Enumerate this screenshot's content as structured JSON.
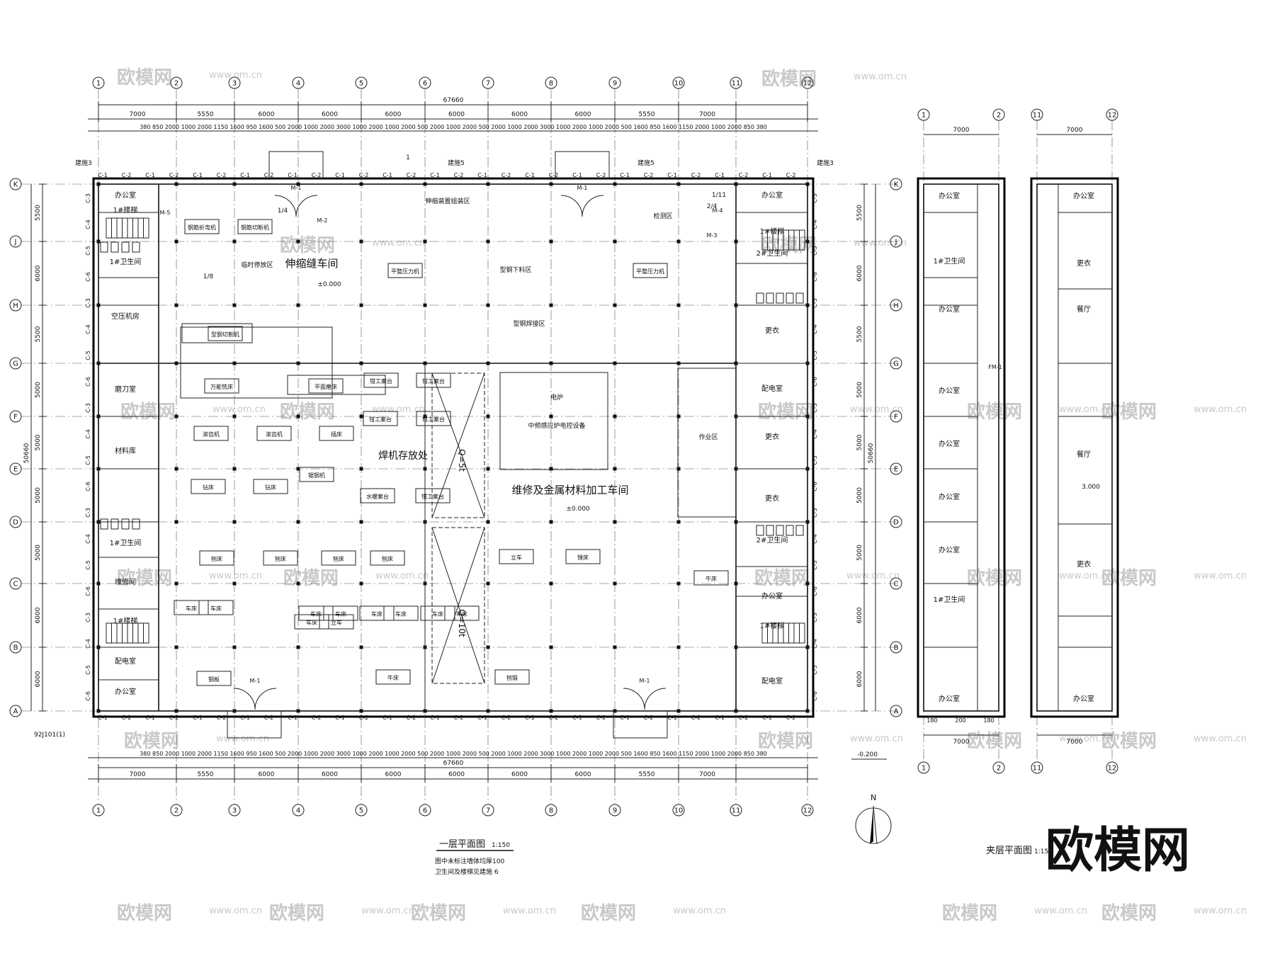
{
  "main_plan": {
    "axes_x": [
      "1",
      "2",
      "3",
      "4",
      "5",
      "6",
      "7",
      "8",
      "9",
      "10",
      "11",
      "12"
    ],
    "axes_y": [
      "K",
      "J",
      "H",
      "G",
      "F",
      "E",
      "D",
      "C",
      "B",
      "A"
    ],
    "overall_width": "67660",
    "overall_depth": "50660",
    "bay_widths": [
      "7000",
      "5550",
      "6000",
      "6000",
      "6000",
      "6000",
      "6000",
      "6000",
      "5550",
      "7000"
    ],
    "bay_depths": [
      "5500",
      "6000",
      "5500",
      "5000",
      "5000",
      "5000",
      "5000",
      "6000",
      "6000",
      "6000"
    ],
    "top_sub_dims": "380 850 2000 1000 2000 1150 1600 950 1600 500 2000 1000 2000 3000 1000 2000 1000 2000 500 2000 1000 2000 500 2000 1000 2000 3000 1000 2000 1000 2000 500 1600 850 1600 1150 2000 1000 2000 850 380",
    "title": "一层平面图",
    "scale": "1:150",
    "notes": [
      "图中未标注墙体均厚100",
      "卫生间及楼梯见建施 6"
    ],
    "elevation_main": "±0.000",
    "elevation_maint": "±0.000",
    "elevation_outside": "-0.200",
    "rooms_left": [
      "办公室",
      "1#楼梯",
      "1#卫生间",
      "空压机房",
      "磨刀室",
      "材料库",
      "1#卫生间",
      "维修间",
      "1#楼梯",
      "配电室",
      "办公室"
    ],
    "rooms_right": [
      "办公室",
      "1#楼梯",
      "2#卫生间",
      "更衣",
      "配电室",
      "更衣",
      "更衣",
      "2#卫生间",
      "办公室",
      "1#楼梯",
      "配电室"
    ],
    "workshop_expansion": "伸缩缝车间",
    "workshop_maint": "维修及金属材料加工车间",
    "welding_storage": "焊机存放处",
    "zones": [
      "临时停放区",
      "伸缩装置组装区",
      "型钢下料区",
      "检测区",
      "型钢焊接区",
      "作业区",
      "电炉",
      "中频感应炉电控设备"
    ],
    "machines": [
      "钢筋折弯机",
      "钢筋切断机",
      "平整压力机",
      "平整压力机",
      "型钢切割机",
      "万能铣床",
      "平面磨床",
      "滚齿机",
      "滚齿机",
      "插床",
      "钳工案台",
      "钳工案台",
      "钳工案台",
      "钳工案台",
      "钻床",
      "钻床",
      "锯钢机",
      "水暖案台",
      "钳工案台",
      "刨床",
      "刨床",
      "刨床",
      "刨床",
      "车床",
      "车床",
      "车床",
      "车床",
      "车床",
      "车床",
      "车床",
      "车床",
      "车床",
      "立车",
      "立车",
      "镗床",
      "牛床",
      "牛床",
      "刨锻",
      "钢板"
    ],
    "crane_labels": [
      "Q=5t",
      "Q=10t"
    ],
    "door_codes": [
      "M-1",
      "M-2",
      "M-3",
      "M-4",
      "M-5",
      "FM-1"
    ],
    "window_codes": [
      "C-1",
      "C-2",
      "C-3",
      "C-4",
      "C-5",
      "C-6"
    ],
    "refs": [
      "92J101(1)",
      "建施3",
      "建施5",
      "建施5",
      "建施3",
      "2/4",
      "1/4",
      "1/8",
      "1/11",
      "1"
    ],
    "north": "N"
  },
  "mezz_plan_a": {
    "axes": [
      "1",
      "2"
    ],
    "width": "7000",
    "rooms": [
      "办公室",
      "1#卫生间",
      "办公室",
      "办公室",
      "办公室",
      "办公室",
      "办公室",
      "1#卫生间",
      "办公室"
    ],
    "sub_dims": [
      "180",
      "200",
      "180"
    ]
  },
  "mezz_plan_b": {
    "axes": [
      "11",
      "12"
    ],
    "width": "7000",
    "rooms": [
      "办公室",
      "更衣",
      "餐厅",
      "餐厅",
      "更衣",
      "办公室"
    ],
    "elevation": "3.000",
    "title": "夹层平面图",
    "scale": "1:150"
  },
  "watermark": {
    "small": "欧模网",
    "url": "www.om.cn",
    "big": "欧模网"
  }
}
